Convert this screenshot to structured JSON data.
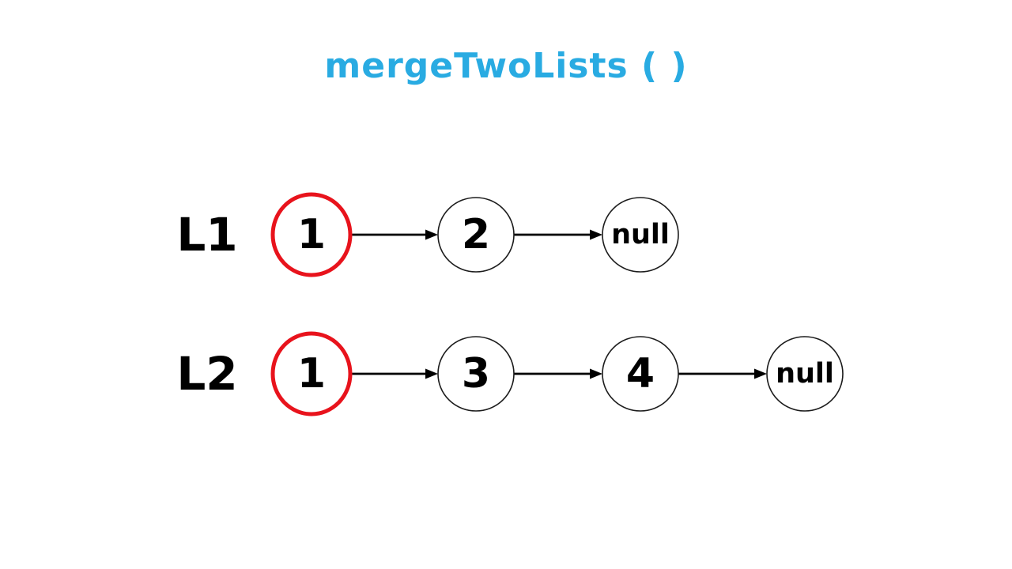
{
  "title": "mergeTwoLists ( )",
  "colors": {
    "title": "#29abe2",
    "highlight_node": "#e8131c",
    "node_stroke": "#1c1c1c",
    "text": "#000000",
    "arrow": "#000000",
    "background": "#ffffff"
  },
  "lists": [
    {
      "label": "L1",
      "nodes": [
        {
          "value": "1",
          "highlighted": true
        },
        {
          "value": "2",
          "highlighted": false
        },
        {
          "value": "null",
          "highlighted": false
        }
      ]
    },
    {
      "label": "L2",
      "nodes": [
        {
          "value": "1",
          "highlighted": true
        },
        {
          "value": "3",
          "highlighted": false
        },
        {
          "value": "4",
          "highlighted": false
        },
        {
          "value": "null",
          "highlighted": false
        }
      ]
    }
  ]
}
